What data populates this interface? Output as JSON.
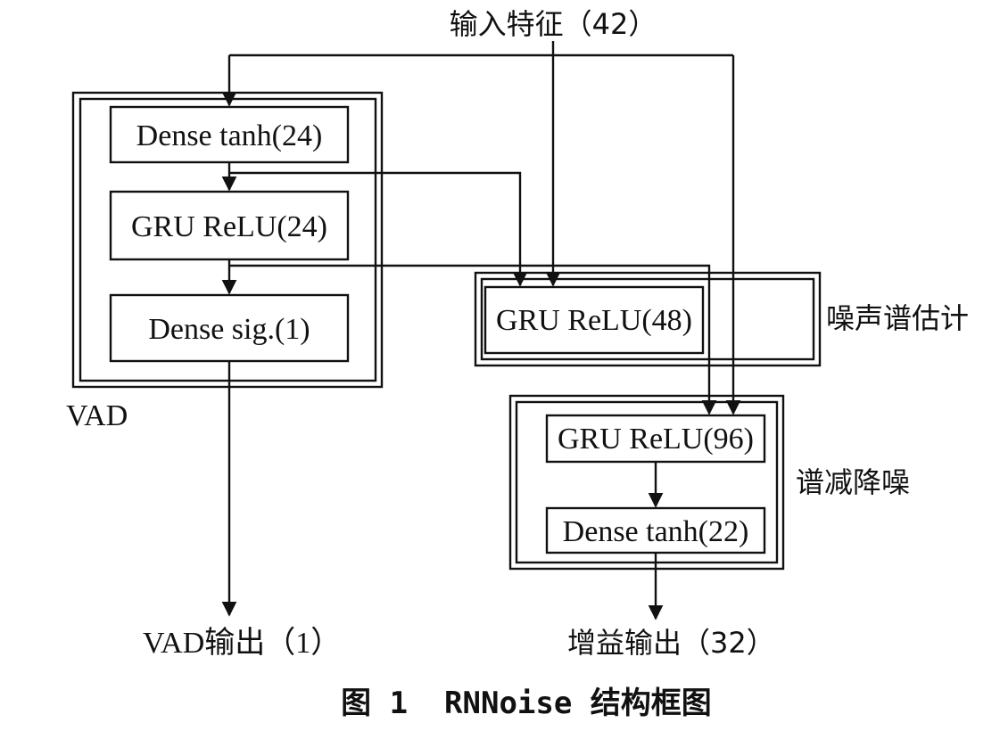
{
  "input_label": "输入特征（42）",
  "vad": {
    "group_label": "VAD",
    "node1": "Dense tanh(24)",
    "node2": "GRU ReLU(24)",
    "node3": "Dense sig.(1)",
    "output_label": "VAD输出（1）"
  },
  "noise_estimation": {
    "group_label": "噪声谱估计",
    "node": "GRU ReLU(48)"
  },
  "spectral_subtraction": {
    "group_label": "谱减降噪",
    "node1": "GRU ReLU(96)",
    "node2": "Dense tanh(22)",
    "output_label": "增益输出（32）"
  },
  "caption": "图 1  RNNoise 结构框图"
}
